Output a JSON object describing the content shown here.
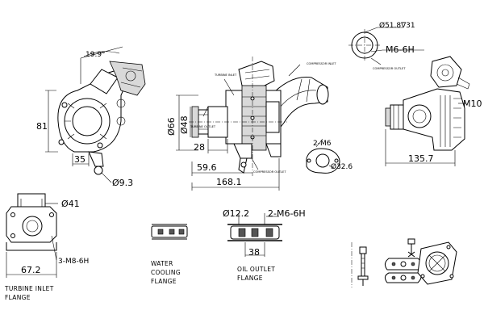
{
  "drawing": {
    "side_view": {
      "angle": "19.9°",
      "height": "81",
      "offset": "35",
      "hole": "Ø9.3"
    },
    "front_view": {
      "turbine_inlet_tag": "TURBINE INLET",
      "turbine_outlet_tag": "TURBINE OUTLET",
      "compressor_inlet_tag": "COMPRESSOR INLET",
      "compressor_outlet_tag": "COMPRESSOR OUTLET",
      "dia_outer": "Ø66",
      "dia_inner": "Ø48",
      "d28": "28",
      "d59_6": "59.6",
      "d168_1": "168.1"
    },
    "flange_detail": {
      "label": "2-M6",
      "dia": "Ø32.6"
    },
    "top_right": {
      "dia": "Ø51.8∇31",
      "thread": "M6-6H",
      "thread2": "M10",
      "width": "135.7",
      "compressor_outlet_tag": "COMPRESSOR OUTLET"
    },
    "turbine_inlet_flange": {
      "dia": "Ø41",
      "width": "67.2",
      "thread": "3-M8-6H",
      "caption_line1": "TURBINE  INLET",
      "caption_line2": "FLANGE"
    },
    "water_flange": {
      "caption_line1": "WATER",
      "caption_line2": "COOLING",
      "caption_line3": "FLANGE"
    },
    "oil_flange": {
      "dia": "Ø12.2",
      "thread": "2-M6-6H",
      "depth": "38",
      "caption_line1": "OIL  OUTLET",
      "caption_line2": "FLANGE"
    }
  }
}
